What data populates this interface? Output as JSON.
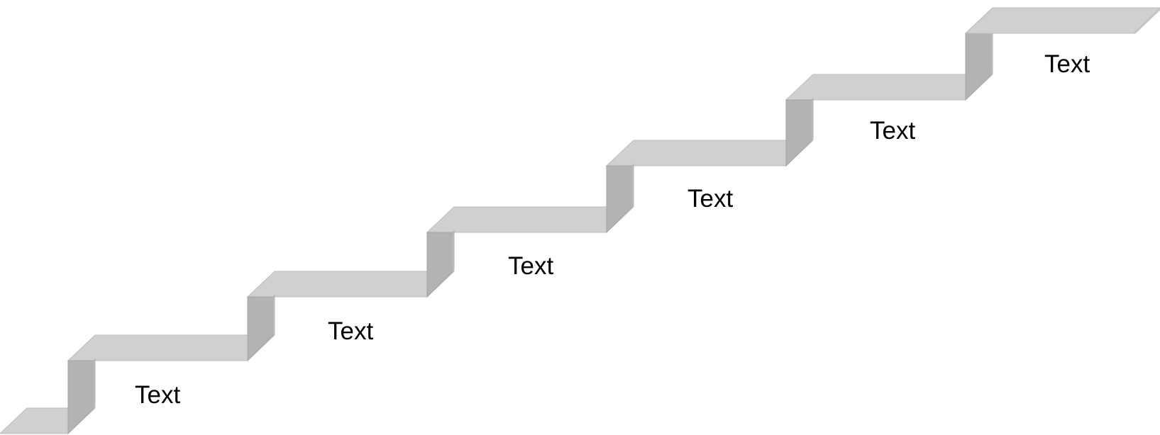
{
  "diagram": {
    "steps": [
      {
        "label": "Text"
      },
      {
        "label": "Text"
      },
      {
        "label": "Text"
      },
      {
        "label": "Text"
      },
      {
        "label": "Text"
      },
      {
        "label": "Text"
      }
    ],
    "colors": {
      "tread": "#d0d0d0",
      "riser_front": "#b3b3b3",
      "riser_side": "#c4c4c4",
      "label": "#000000",
      "background": "#ffffff"
    }
  }
}
